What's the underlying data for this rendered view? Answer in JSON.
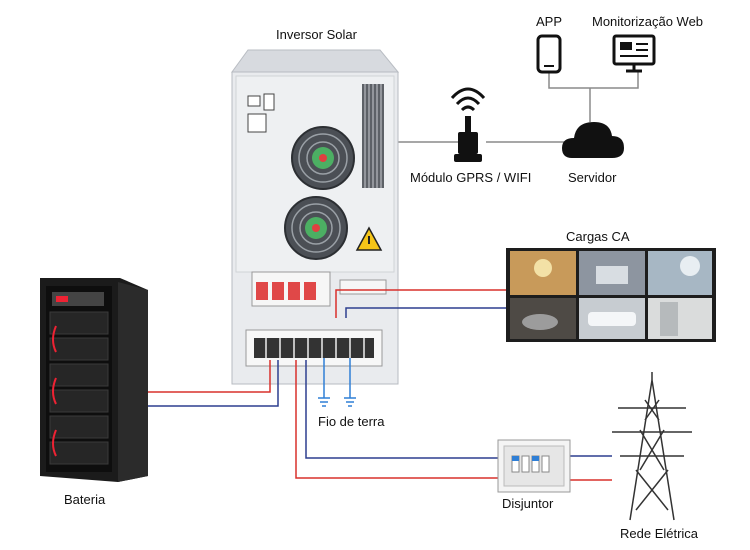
{
  "labels": {
    "inverter": "Inversor Solar",
    "app": "APP",
    "web": "Monitorização Web",
    "gprs": "Módulo GPRS / WIFI",
    "server": "Servidor",
    "ac_loads": "Cargas CA",
    "ground": "Fio de terra",
    "battery": "Bateria",
    "breaker": "Disjuntor",
    "grid": "Rede Elétrica"
  },
  "colors": {
    "wire_red": "#d9302c",
    "wire_blue": "#2d3f8f",
    "wire_gray": "#8a8a8a",
    "ground_blue": "#2f7fd6",
    "inverter_body": "#e9ebee",
    "battery_body": "#1b1b1b"
  }
}
